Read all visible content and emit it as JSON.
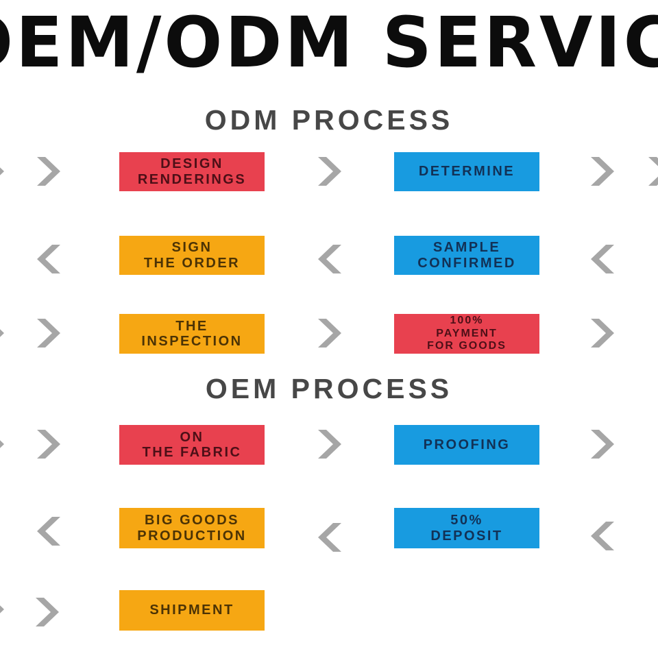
{
  "title": "OEM/ODM SERVICE",
  "colors": {
    "step_red": "#e8414f",
    "step_orange": "#f6a713",
    "step_blue": "#189be0",
    "arrow_gray": "#a6a6a6",
    "heading_gray": "#474747",
    "title_black": "#0c0c0c"
  },
  "sections": [
    {
      "heading": "ODM PROCESS",
      "rows": [
        {
          "direction": "right",
          "boxes": [
            {
              "color": "red",
              "label": "DESIGN\nRENDERINGS"
            },
            {
              "color": "blue",
              "label": "DETERMINE"
            }
          ]
        },
        {
          "direction": "left",
          "boxes": [
            {
              "color": "orange",
              "label": "SIGN\nTHE ORDER"
            },
            {
              "color": "blue",
              "label": "SAMPLE\nCONFIRMED"
            }
          ]
        },
        {
          "direction": "right",
          "boxes": [
            {
              "color": "orange",
              "label": "THE\nINSPECTION"
            },
            {
              "color": "red",
              "label": "100%\nPAYMENT\nFOR GOODS"
            }
          ]
        }
      ]
    },
    {
      "heading": "OEM PROCESS",
      "rows": [
        {
          "direction": "right",
          "boxes": [
            {
              "color": "red",
              "label": "ON\nTHE FABRIC"
            },
            {
              "color": "blue",
              "label": "PROOFING"
            }
          ]
        },
        {
          "direction": "left",
          "boxes": [
            {
              "color": "orange",
              "label": "BIG GOODS\nPRODUCTION"
            },
            {
              "color": "blue",
              "label": "50%\nDEPOSIT"
            }
          ]
        },
        {
          "direction": "right",
          "boxes": [
            {
              "color": "orange",
              "label": "SHIPMENT"
            }
          ]
        }
      ]
    }
  ]
}
